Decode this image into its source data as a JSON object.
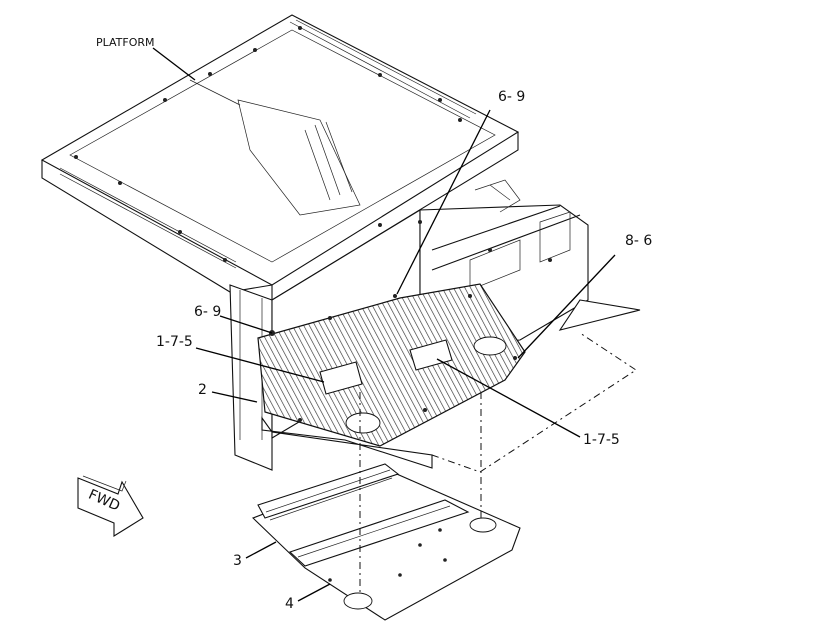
{
  "labels": {
    "platform": "PLATFORM",
    "fwd": "FWD",
    "callout_6_9_top": "6- 9",
    "callout_8_6": "8- 6",
    "callout_6_9_left": "6- 9",
    "callout_1_7_5_left": "1-7-5",
    "callout_2": "2",
    "callout_1_7_5_right": "1-7-5",
    "callout_3": "3",
    "callout_4": "4"
  }
}
